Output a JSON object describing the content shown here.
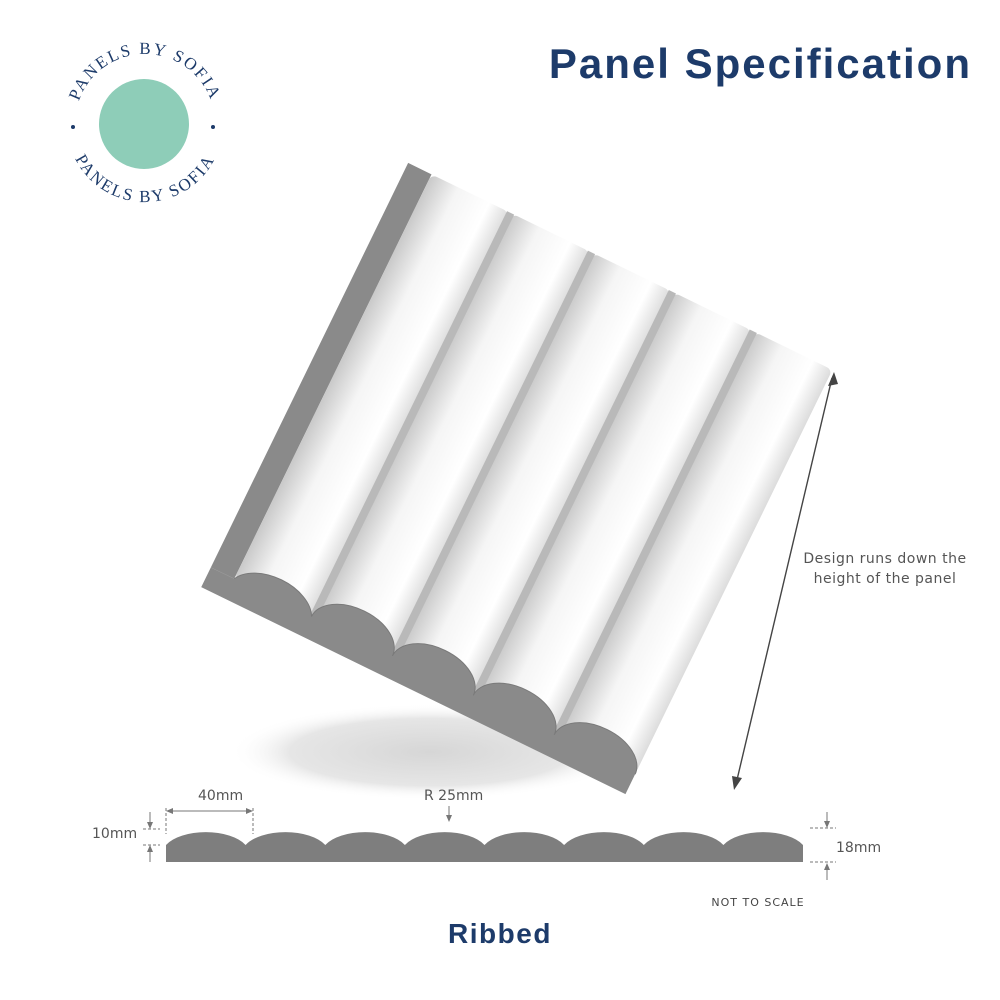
{
  "header": {
    "title": "Panel Specification"
  },
  "logo": {
    "brand_top": "PANELS BY SOFIA",
    "brand_bottom": "PANELS BY SOFIA",
    "circle_color": "#8ecdb8",
    "text_color": "#1d3b6a"
  },
  "annotation": {
    "line1": "Design runs down the",
    "line2": "height of the panel"
  },
  "dimensions": {
    "flute_width": "40mm",
    "radius": "R 25mm",
    "base_thickness": "10mm",
    "total_thickness": "18mm"
  },
  "profile": {
    "flute_count": 8,
    "color": "#7e7e7e"
  },
  "footer": {
    "scale_note": "NOT TO SCALE",
    "caption": "Ribbed"
  },
  "colors": {
    "accent": "#1d3b6a",
    "panel_face": "#e9e9e9",
    "panel_side": "#8a8a8a"
  }
}
